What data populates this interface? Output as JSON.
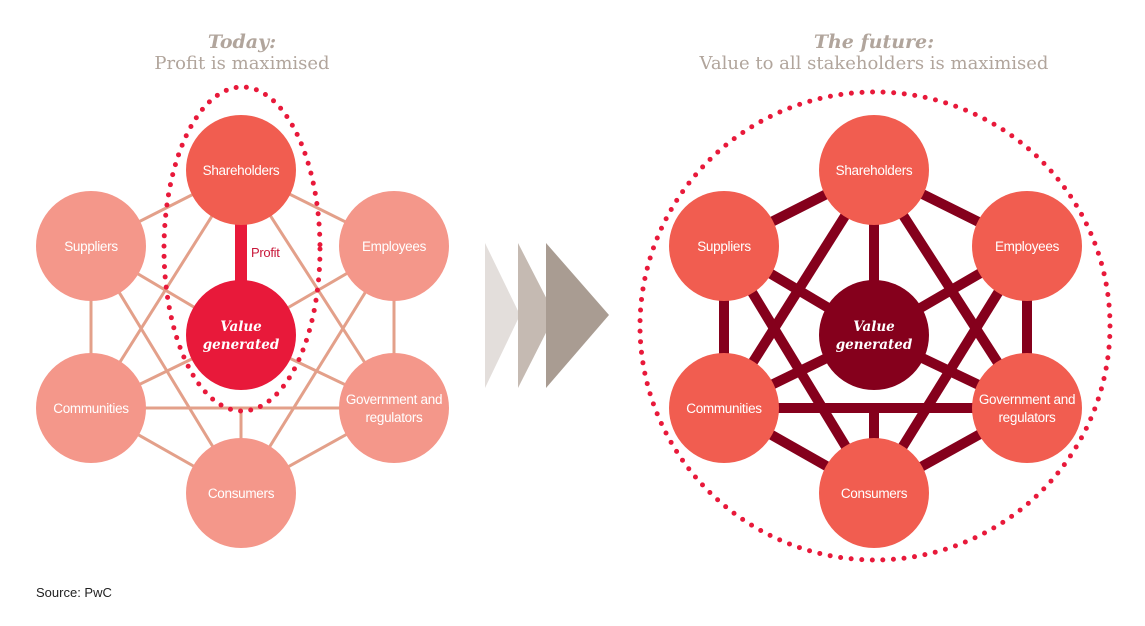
{
  "left_panel": {
    "title": "Today:",
    "subtitle": "Profit is maximised",
    "center_label_lines": [
      "Value",
      "generated"
    ],
    "link_label": "Profit",
    "colors": {
      "node": "#f4978a",
      "top_node": "#f15d50",
      "center": "#e8193a",
      "edge": "#e3a08a",
      "profit_link": "#e8193a",
      "outline": "#e8193a"
    }
  },
  "right_panel": {
    "title": "The future:",
    "subtitle": "Value to all stakeholders is maximised",
    "center_label_lines": [
      "Value",
      "generated"
    ],
    "colors": {
      "node": "#f15d50",
      "center": "#85001c",
      "edge": "#85001c",
      "outline": "#e8193a"
    }
  },
  "stakeholders": [
    {
      "id": "shareholders",
      "lines": [
        "Shareholders"
      ]
    },
    {
      "id": "suppliers",
      "lines": [
        "Suppliers"
      ]
    },
    {
      "id": "employees",
      "lines": [
        "Employees"
      ]
    },
    {
      "id": "communities",
      "lines": [
        "Communities"
      ]
    },
    {
      "id": "government",
      "lines": [
        "Government and",
        "regulators"
      ]
    },
    {
      "id": "consumers",
      "lines": [
        "Consumers"
      ]
    }
  ],
  "connections": [
    [
      "shareholders",
      "suppliers"
    ],
    [
      "shareholders",
      "employees"
    ],
    [
      "shareholders",
      "communities"
    ],
    [
      "shareholders",
      "government"
    ],
    [
      "suppliers",
      "value"
    ],
    [
      "suppliers",
      "communities"
    ],
    [
      "suppliers",
      "consumers"
    ],
    [
      "employees",
      "value"
    ],
    [
      "employees",
      "government"
    ],
    [
      "employees",
      "consumers"
    ],
    [
      "communities",
      "value"
    ],
    [
      "communities",
      "government"
    ],
    [
      "communities",
      "consumers"
    ],
    [
      "government",
      "value"
    ],
    [
      "government",
      "consumers"
    ],
    [
      "consumers",
      "communities-government-link"
    ]
  ],
  "transition_arrow": {
    "icon": "triple-chevron-right-icon",
    "colors": [
      "#e3dedb",
      "#c5bab2",
      "#a99c92"
    ]
  },
  "source": "Source: PwC"
}
